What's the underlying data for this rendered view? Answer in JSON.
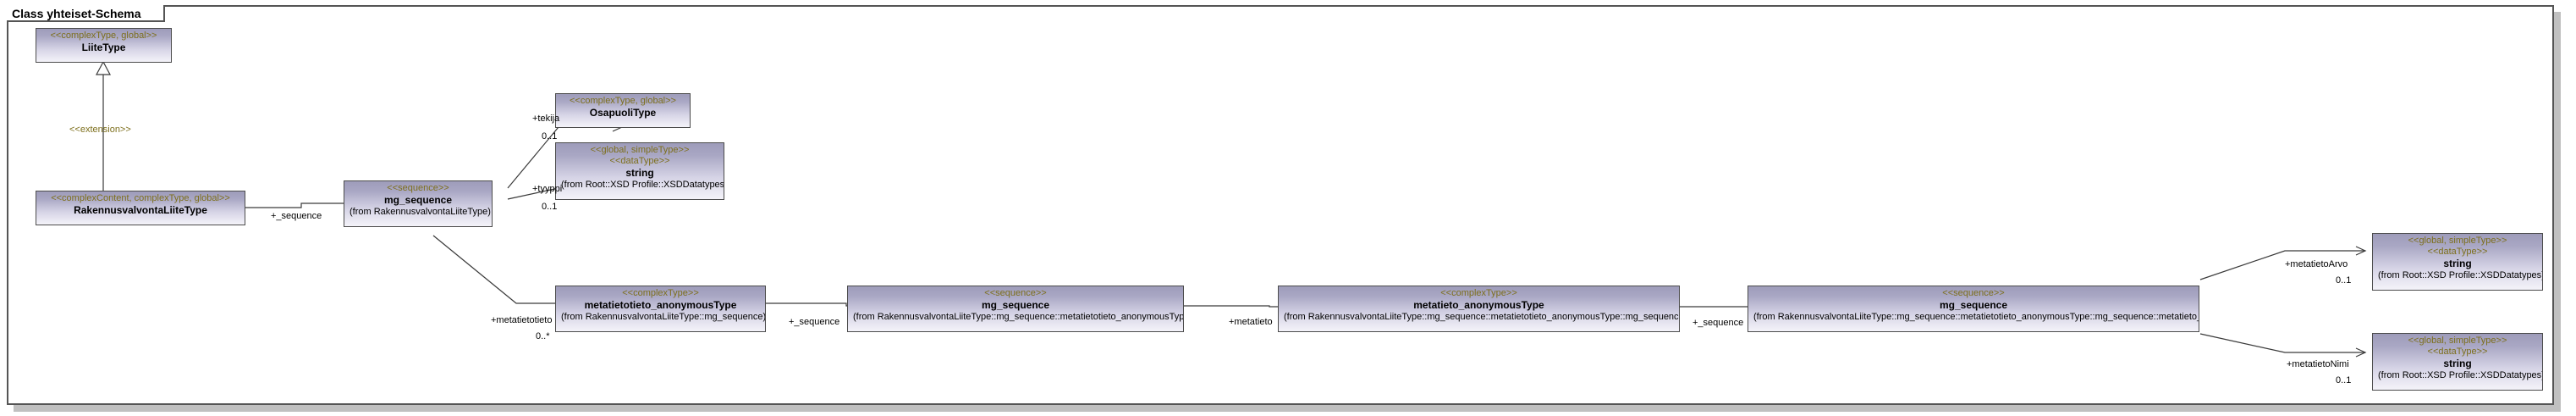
{
  "frame": {
    "title": "Class yhteiset-Schema",
    "border_color": "#555555",
    "shadow_color": "#c0c0c0"
  },
  "colors": {
    "box_border": "#4c4c4c",
    "box_fill_top": "#9e9cba",
    "box_fill_bottom": "#f4f3f9",
    "stereotype_text": "#7d6f1c",
    "label_text": "#000000",
    "connector": "#3a3a3a"
  },
  "classes": {
    "liitetype": {
      "stereotype": "<<complexType, global>>",
      "name": "LiiteType",
      "origin": ""
    },
    "rakennusvalvonta": {
      "stereotype": "<<complexContent, complexType, global>>",
      "name": "RakennusvalvontaLiiteType",
      "origin": ""
    },
    "mg_sequence_root": {
      "stereotype": "<<sequence>>",
      "name": "mg_sequence",
      "origin": "(from RakennusvalvontaLiiteType)"
    },
    "osapuolitype": {
      "stereotype": "<<complexType, global>>",
      "name": "OsapuoliType",
      "origin": ""
    },
    "string_tyyppi": {
      "stereotype": "<<global, simpleType>>",
      "stereotype2": "<<dataType>>",
      "name": "string",
      "origin": "(from Root::XSD Profile::XSDDatatypes)"
    },
    "metatietotieto_anon": {
      "stereotype": "<<complexType>>",
      "name": "metatietotieto_anonymousType",
      "origin": "(from RakennusvalvontaLiiteType::mg_sequence)"
    },
    "mg_sequence_2": {
      "stereotype": "<<sequence>>",
      "name": "mg_sequence",
      "origin": "(from RakennusvalvontaLiiteType::mg_sequence::metatietotieto_anonymousType)"
    },
    "metatieto_anon": {
      "stereotype": "<<complexType>>",
      "name": "metatieto_anonymousType",
      "origin": "(from RakennusvalvontaLiiteType::mg_sequence::metatietotieto_anonymousType::mg_sequence)"
    },
    "mg_sequence_3": {
      "stereotype": "<<sequence>>",
      "name": "mg_sequence",
      "origin": "(from RakennusvalvontaLiiteType::mg_sequence::metatietotieto_anonymousType::mg_sequence::metatieto_anonymousType)"
    },
    "string_arvo": {
      "stereotype": "<<global, simpleType>>",
      "stereotype2": "<<dataType>>",
      "name": "string",
      "origin": "(from Root::XSD Profile::XSDDatatypes)"
    },
    "string_nimi": {
      "stereotype": "<<global, simpleType>>",
      "stereotype2": "<<dataType>>",
      "name": "string",
      "origin": "(from Root::XSD Profile::XSDDatatypes)"
    }
  },
  "connectors": {
    "extension": {
      "stereotype": "<<extension>>"
    },
    "root_sequence": {
      "role": "+_sequence",
      "multiplicity": ""
    },
    "tekija": {
      "role": "+tekija",
      "multiplicity": "0..1"
    },
    "tyyppi": {
      "role": "+tyyppi",
      "multiplicity": "0..1"
    },
    "metatietotieto": {
      "role": "+metatietotieto",
      "multiplicity": "0..*"
    },
    "sequence_2": {
      "role": "+_sequence",
      "multiplicity": ""
    },
    "metatieto": {
      "role": "+metatieto",
      "multiplicity": ""
    },
    "sequence_3": {
      "role": "+_sequence",
      "multiplicity": ""
    },
    "metatietoarvo": {
      "role": "+metatietoArvo",
      "multiplicity": "0..1"
    },
    "metatietonimi": {
      "role": "+metatietoNimi",
      "multiplicity": "0..1"
    }
  }
}
